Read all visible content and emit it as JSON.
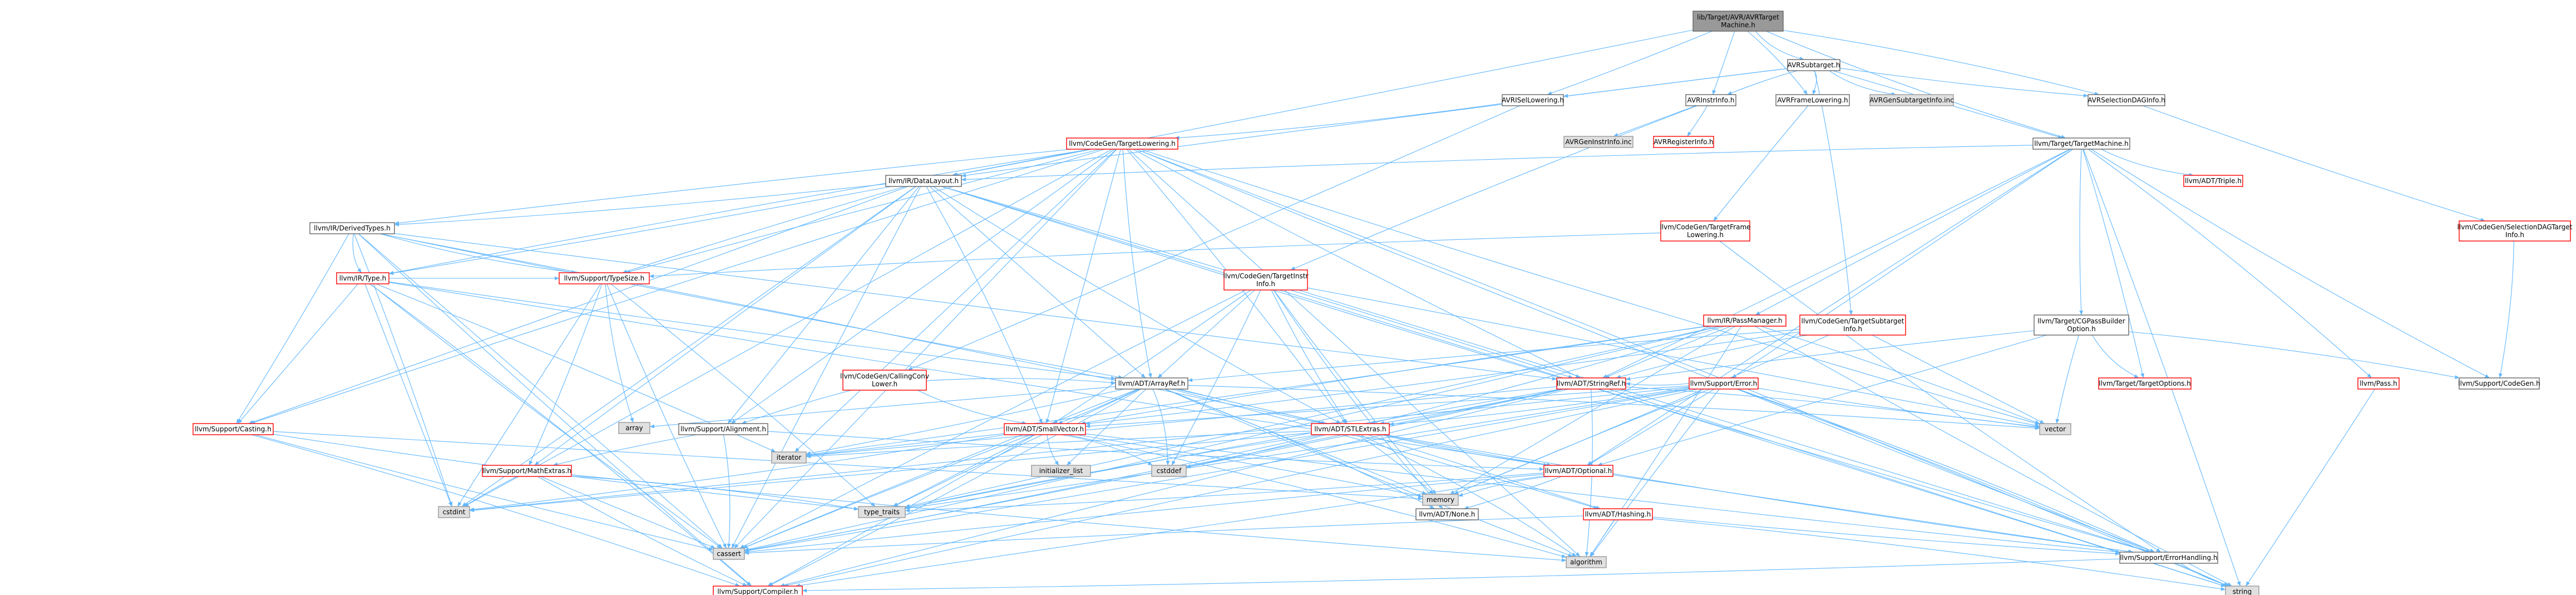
{
  "colors": {
    "edge": "#63b8ff",
    "root_fill": "#999999",
    "root_border": "#666666",
    "std_fill": "#e0e0e0",
    "std_border": "#999999",
    "linked_fill": "#ffffff",
    "linked_border": "#666666",
    "truncated_border": "#ff0000",
    "truncated_text": "#000000",
    "background": "#ffffff"
  },
  "nodes": [
    {
      "id": "root",
      "label": [
        "lib/Target/AVR/AVRTarget",
        "Machine.h"
      ],
      "kind": "root"
    },
    {
      "id": "avrsubtarget",
      "label": [
        "AVRSubtarget.h"
      ],
      "kind": "linked"
    },
    {
      "id": "avrisellowering",
      "label": [
        "AVRISelLowering.h"
      ],
      "kind": "linked"
    },
    {
      "id": "avrinstrinfo",
      "label": [
        "AVRInstrInfo.h"
      ],
      "kind": "linked"
    },
    {
      "id": "avrframelowering",
      "label": [
        "AVRFrameLowering.h"
      ],
      "kind": "linked"
    },
    {
      "id": "avrgensubtargetinfo",
      "label": [
        "AVRGenSubtargetInfo.inc"
      ],
      "kind": "std"
    },
    {
      "id": "avrselectiondaginfo",
      "label": [
        "AVRSelectionDAGInfo.h"
      ],
      "kind": "linked"
    },
    {
      "id": "avrgeninstrinfo",
      "label": [
        "AVRGenInstrInfo.inc"
      ],
      "kind": "std"
    },
    {
      "id": "avrregisterinfo",
      "label": [
        "AVRRegisterInfo.h"
      ],
      "kind": "truncated"
    },
    {
      "id": "cgtargetlowering",
      "label": [
        "llvm/CodeGen/TargetLowering.h"
      ],
      "kind": "truncated"
    },
    {
      "id": "targetmachine",
      "label": [
        "llvm/Target/TargetMachine.h"
      ],
      "kind": "linked"
    },
    {
      "id": "datalayout",
      "label": [
        "llvm/IR/DataLayout.h"
      ],
      "kind": "linked"
    },
    {
      "id": "triple",
      "label": [
        "llvm/ADT/Triple.h"
      ],
      "kind": "truncated"
    },
    {
      "id": "seldaginfo",
      "label": [
        "llvm/CodeGen/SelectionDAGTarget",
        "Info.h"
      ],
      "kind": "truncated"
    },
    {
      "id": "derivedtypes",
      "label": [
        "llvm/IR/DerivedTypes.h"
      ],
      "kind": "linked"
    },
    {
      "id": "frameloweringcg",
      "label": [
        "llvm/CodeGen/TargetFrame",
        "Lowering.h"
      ],
      "kind": "truncated"
    },
    {
      "id": "irtype",
      "label": [
        "llvm/IR/Type.h"
      ],
      "kind": "truncated"
    },
    {
      "id": "typesize",
      "label": [
        "llvm/Support/TypeSize.h"
      ],
      "kind": "truncated"
    },
    {
      "id": "targetinstrinfo",
      "label": [
        "llvm/CodeGen/TargetInstr",
        "Info.h"
      ],
      "kind": "truncated"
    },
    {
      "id": "passmanager",
      "label": [
        "llvm/IR/PassManager.h"
      ],
      "kind": "truncated"
    },
    {
      "id": "subtargetinfo",
      "label": [
        "llvm/CodeGen/TargetSubtarget",
        "Info.h"
      ],
      "kind": "truncated"
    },
    {
      "id": "cgpassbuilder",
      "label": [
        "llvm/Target/CGPassBuilder",
        "Option.h"
      ],
      "kind": "linked"
    },
    {
      "id": "callingconvlower",
      "label": [
        "llvm/CodeGen/CallingConv",
        "Lower.h"
      ],
      "kind": "truncated"
    },
    {
      "id": "arrayref",
      "label": [
        "llvm/ADT/ArrayRef.h"
      ],
      "kind": "linked"
    },
    {
      "id": "stringref",
      "label": [
        "llvm/ADT/StringRef.h"
      ],
      "kind": "truncated"
    },
    {
      "id": "supporterror",
      "label": [
        "llvm/Support/Error.h"
      ],
      "kind": "truncated"
    },
    {
      "id": "targetoptions",
      "label": [
        "llvm/Target/TargetOptions.h"
      ],
      "kind": "truncated"
    },
    {
      "id": "pass",
      "label": [
        "llvm/Pass.h"
      ],
      "kind": "truncated"
    },
    {
      "id": "supportcodegen",
      "label": [
        "llvm/Support/CodeGen.h"
      ],
      "kind": "linked"
    },
    {
      "id": "casting",
      "label": [
        "llvm/Support/Casting.h"
      ],
      "kind": "truncated"
    },
    {
      "id": "array",
      "label": [
        "array"
      ],
      "kind": "std"
    },
    {
      "id": "alignment",
      "label": [
        "llvm/Support/Alignment.h"
      ],
      "kind": "linked"
    },
    {
      "id": "smallvector",
      "label": [
        "llvm/ADT/SmallVector.h"
      ],
      "kind": "truncated"
    },
    {
      "id": "stlextras",
      "label": [
        "llvm/ADT/STLExtras.h"
      ],
      "kind": "truncated"
    },
    {
      "id": "vector",
      "label": [
        "vector"
      ],
      "kind": "std"
    },
    {
      "id": "iterator",
      "label": [
        "iterator"
      ],
      "kind": "std"
    },
    {
      "id": "initializer_list",
      "label": [
        "initializer_list"
      ],
      "kind": "std"
    },
    {
      "id": "cstddef",
      "label": [
        "cstddef"
      ],
      "kind": "std"
    },
    {
      "id": "optional",
      "label": [
        "llvm/ADT/Optional.h"
      ],
      "kind": "truncated"
    },
    {
      "id": "mathextras",
      "label": [
        "llvm/Support/MathExtras.h"
      ],
      "kind": "truncated"
    },
    {
      "id": "memory",
      "label": [
        "memory"
      ],
      "kind": "std"
    },
    {
      "id": "hashing",
      "label": [
        "llvm/ADT/Hashing.h"
      ],
      "kind": "truncated"
    },
    {
      "id": "none",
      "label": [
        "llvm/ADT/None.h"
      ],
      "kind": "linked"
    },
    {
      "id": "cstdint",
      "label": [
        "cstdint"
      ],
      "kind": "std"
    },
    {
      "id": "type_traits",
      "label": [
        "type_traits"
      ],
      "kind": "std"
    },
    {
      "id": "cassert",
      "label": [
        "cassert"
      ],
      "kind": "std"
    },
    {
      "id": "algorithm",
      "label": [
        "algorithm"
      ],
      "kind": "std"
    },
    {
      "id": "errorhandling",
      "label": [
        "llvm/Support/ErrorHandling.h"
      ],
      "kind": "linked"
    },
    {
      "id": "compiler",
      "label": [
        "llvm/Support/Compiler.h"
      ],
      "kind": "truncated"
    },
    {
      "id": "string",
      "label": [
        "string"
      ],
      "kind": "std"
    }
  ],
  "edges": [
    [
      "root",
      "avrsubtarget"
    ],
    [
      "root",
      "avrisellowering"
    ],
    [
      "root",
      "avrinstrinfo"
    ],
    [
      "root",
      "avrframelowering"
    ],
    [
      "root",
      "avrselectiondaginfo"
    ],
    [
      "root",
      "targetmachine"
    ],
    [
      "root",
      "datalayout"
    ],
    [
      "avrsubtarget",
      "avrisellowering"
    ],
    [
      "avrsubtarget",
      "avrinstrinfo"
    ],
    [
      "avrsubtarget",
      "avrframelowering"
    ],
    [
      "avrsubtarget",
      "avrgensubtargetinfo"
    ],
    [
      "avrsubtarget",
      "avrselectiondaginfo"
    ],
    [
      "avrsubtarget",
      "targetmachine"
    ],
    [
      "avrsubtarget",
      "datalayout"
    ],
    [
      "avrsubtarget",
      "subtargetinfo"
    ],
    [
      "avrisellowering",
      "cgtargetlowering"
    ],
    [
      "avrisellowering",
      "callingconvlower"
    ],
    [
      "avrinstrinfo",
      "avrgeninstrinfo"
    ],
    [
      "avrinstrinfo",
      "avrregisterinfo"
    ],
    [
      "avrinstrinfo",
      "targetinstrinfo"
    ],
    [
      "avrframelowering",
      "frameloweringcg"
    ],
    [
      "avrselectiondaginfo",
      "seldaginfo"
    ],
    [
      "cgtargetlowering",
      "datalayout"
    ],
    [
      "cgtargetlowering",
      "derivedtypes"
    ],
    [
      "cgtargetlowering",
      "irtype"
    ],
    [
      "cgtargetlowering",
      "arrayref"
    ],
    [
      "cgtargetlowering",
      "stringref"
    ],
    [
      "cgtargetlowering",
      "smallvector"
    ],
    [
      "cgtargetlowering",
      "stlextras"
    ],
    [
      "cgtargetlowering",
      "casting"
    ],
    [
      "cgtargetlowering",
      "alignment"
    ],
    [
      "cgtargetlowering",
      "cstdint"
    ],
    [
      "cgtargetlowering",
      "iterator"
    ],
    [
      "cgtargetlowering",
      "cassert"
    ],
    [
      "cgtargetlowering",
      "string"
    ],
    [
      "cgtargetlowering",
      "vector"
    ],
    [
      "cgtargetlowering",
      "errorhandling"
    ],
    [
      "cgtargetlowering",
      "algorithm"
    ],
    [
      "cgtargetlowering",
      "typesize"
    ],
    [
      "targetmachine",
      "datalayout"
    ],
    [
      "targetmachine",
      "triple"
    ],
    [
      "targetmachine",
      "cgpassbuilder"
    ],
    [
      "targetmachine",
      "passmanager"
    ],
    [
      "targetmachine",
      "targetoptions"
    ],
    [
      "targetmachine",
      "pass"
    ],
    [
      "targetmachine",
      "supportcodegen"
    ],
    [
      "targetmachine",
      "stringref"
    ],
    [
      "targetmachine",
      "supporterror"
    ],
    [
      "targetmachine",
      "string"
    ],
    [
      "targetmachine",
      "optional"
    ],
    [
      "datalayout",
      "derivedtypes"
    ],
    [
      "datalayout",
      "irtype"
    ],
    [
      "datalayout",
      "arrayref"
    ],
    [
      "datalayout",
      "stringref"
    ],
    [
      "datalayout",
      "smallvector"
    ],
    [
      "datalayout",
      "stlextras"
    ],
    [
      "datalayout",
      "casting"
    ],
    [
      "datalayout",
      "alignment"
    ],
    [
      "datalayout",
      "typesize"
    ],
    [
      "datalayout",
      "mathextras"
    ],
    [
      "datalayout",
      "errorhandling"
    ],
    [
      "datalayout",
      "cassert"
    ],
    [
      "datalayout",
      "cstdint"
    ],
    [
      "datalayout",
      "string"
    ],
    [
      "seldaginfo",
      "supportcodegen"
    ],
    [
      "derivedtypes",
      "irtype"
    ],
    [
      "derivedtypes",
      "arrayref"
    ],
    [
      "derivedtypes",
      "stringref"
    ],
    [
      "derivedtypes",
      "stlextras"
    ],
    [
      "derivedtypes",
      "casting"
    ],
    [
      "derivedtypes",
      "typesize"
    ],
    [
      "derivedtypes",
      "compiler"
    ],
    [
      "derivedtypes",
      "cassert"
    ],
    [
      "derivedtypes",
      "cstdint"
    ],
    [
      "frameloweringcg",
      "typesize"
    ],
    [
      "frameloweringcg",
      "errorhandling"
    ],
    [
      "irtype",
      "arrayref"
    ],
    [
      "irtype",
      "typesize"
    ],
    [
      "irtype",
      "casting"
    ],
    [
      "irtype",
      "compiler"
    ],
    [
      "irtype",
      "errorhandling"
    ],
    [
      "irtype",
      "cassert"
    ],
    [
      "irtype",
      "cstdint"
    ],
    [
      "irtype",
      "iterator"
    ],
    [
      "typesize",
      "mathextras"
    ],
    [
      "typesize",
      "array"
    ],
    [
      "typesize",
      "cassert"
    ],
    [
      "typesize",
      "cstdint"
    ],
    [
      "typesize",
      "type_traits"
    ],
    [
      "targetinstrinfo",
      "arrayref"
    ],
    [
      "targetinstrinfo",
      "smallvector"
    ],
    [
      "targetinstrinfo",
      "stlextras"
    ],
    [
      "targetinstrinfo",
      "errorhandling"
    ],
    [
      "targetinstrinfo",
      "cassert"
    ],
    [
      "targetinstrinfo",
      "cstddef"
    ],
    [
      "targetinstrinfo",
      "none"
    ],
    [
      "targetinstrinfo",
      "memory"
    ],
    [
      "targetinstrinfo",
      "vector"
    ],
    [
      "passmanager",
      "stringref"
    ],
    [
      "passmanager",
      "smallvector"
    ],
    [
      "passmanager",
      "stlextras"
    ],
    [
      "passmanager",
      "iterator"
    ],
    [
      "passmanager",
      "memory"
    ],
    [
      "passmanager",
      "vector"
    ],
    [
      "passmanager",
      "algorithm"
    ],
    [
      "passmanager",
      "cassert"
    ],
    [
      "passmanager",
      "string"
    ],
    [
      "passmanager",
      "type_traits"
    ],
    [
      "subtargetinfo",
      "arrayref"
    ],
    [
      "subtargetinfo",
      "stringref"
    ],
    [
      "subtargetinfo",
      "smallvector"
    ],
    [
      "subtargetinfo",
      "memory"
    ],
    [
      "subtargetinfo",
      "vector"
    ],
    [
      "cgpassbuilder",
      "stringref"
    ],
    [
      "cgpassbuilder",
      "supportcodegen"
    ],
    [
      "cgpassbuilder",
      "targetoptions"
    ],
    [
      "cgpassbuilder",
      "vector"
    ],
    [
      "cgpassbuilder",
      "optional"
    ],
    [
      "callingconvlower",
      "alignment"
    ],
    [
      "callingconvlower",
      "arrayref"
    ],
    [
      "callingconvlower",
      "smallvector"
    ],
    [
      "arrayref",
      "smallvector"
    ],
    [
      "arrayref",
      "stlextras"
    ],
    [
      "arrayref",
      "hashing"
    ],
    [
      "arrayref",
      "none"
    ],
    [
      "arrayref",
      "compiler"
    ],
    [
      "arrayref",
      "algorithm"
    ],
    [
      "arrayref",
      "array"
    ],
    [
      "arrayref",
      "cassert"
    ],
    [
      "arrayref",
      "cstddef"
    ],
    [
      "arrayref",
      "initializer_list"
    ],
    [
      "arrayref",
      "iterator"
    ],
    [
      "arrayref",
      "memory"
    ],
    [
      "arrayref",
      "type_traits"
    ],
    [
      "arrayref",
      "vector"
    ],
    [
      "arrayref",
      "optional"
    ],
    [
      "stringref",
      "stlextras"
    ],
    [
      "stringref",
      "iterator"
    ],
    [
      "stringref",
      "compiler"
    ],
    [
      "stringref",
      "algorithm"
    ],
    [
      "stringref",
      "cassert"
    ],
    [
      "stringref",
      "cstddef"
    ],
    [
      "stringref",
      "string"
    ],
    [
      "stringref",
      "type_traits"
    ],
    [
      "stringref",
      "vector"
    ],
    [
      "supporterror",
      "stlextras"
    ],
    [
      "supporterror",
      "stringref"
    ],
    [
      "supporterror",
      "smallvector"
    ],
    [
      "supporterror",
      "compiler"
    ],
    [
      "supporterror",
      "errorhandling"
    ],
    [
      "supporterror",
      "algorithm"
    ],
    [
      "supporterror",
      "cassert"
    ],
    [
      "supporterror",
      "cstdint"
    ],
    [
      "supporterror",
      "memory"
    ],
    [
      "supporterror",
      "string"
    ],
    [
      "supporterror",
      "type_traits"
    ],
    [
      "supporterror",
      "vector"
    ],
    [
      "supporterror",
      "optional"
    ],
    [
      "pass",
      "string"
    ],
    [
      "casting",
      "compiler"
    ],
    [
      "casting",
      "type_traits"
    ],
    [
      "casting",
      "cassert"
    ],
    [
      "casting",
      "memory"
    ],
    [
      "alignment",
      "mathextras"
    ],
    [
      "alignment",
      "cassert"
    ],
    [
      "alignment",
      "optional"
    ],
    [
      "smallvector",
      "compiler"
    ],
    [
      "smallvector",
      "type_traits"
    ],
    [
      "smallvector",
      "cassert"
    ],
    [
      "smallvector",
      "cstddef"
    ],
    [
      "smallvector",
      "cstdint"
    ],
    [
      "smallvector",
      "initializer_list"
    ],
    [
      "smallvector",
      "iterator"
    ],
    [
      "smallvector",
      "memory"
    ],
    [
      "smallvector",
      "algorithm"
    ],
    [
      "smallvector",
      "errorhandling"
    ],
    [
      "stlextras",
      "optional"
    ],
    [
      "stlextras",
      "hashing"
    ],
    [
      "stlextras",
      "iterator"
    ],
    [
      "stlextras",
      "algorithm"
    ],
    [
      "stlextras",
      "cassert"
    ],
    [
      "stlextras",
      "cstddef"
    ],
    [
      "stlextras",
      "cstdint"
    ],
    [
      "stlextras",
      "memory"
    ],
    [
      "stlextras",
      "type_traits"
    ],
    [
      "stlextras",
      "errorhandling"
    ],
    [
      "optional",
      "none"
    ],
    [
      "optional",
      "compiler"
    ],
    [
      "optional",
      "cassert"
    ],
    [
      "optional",
      "memory"
    ],
    [
      "optional",
      "type_traits"
    ],
    [
      "mathextras",
      "compiler"
    ],
    [
      "mathextras",
      "cassert"
    ],
    [
      "mathextras",
      "cstdint"
    ],
    [
      "mathextras",
      "type_traits"
    ],
    [
      "mathextras",
      "algorithm"
    ],
    [
      "hashing",
      "errorhandling"
    ],
    [
      "hashing",
      "algorithm"
    ],
    [
      "hashing",
      "cassert"
    ],
    [
      "hashing",
      "string"
    ],
    [
      "errorhandling",
      "compiler"
    ],
    [
      "errorhandling",
      "string"
    ]
  ]
}
